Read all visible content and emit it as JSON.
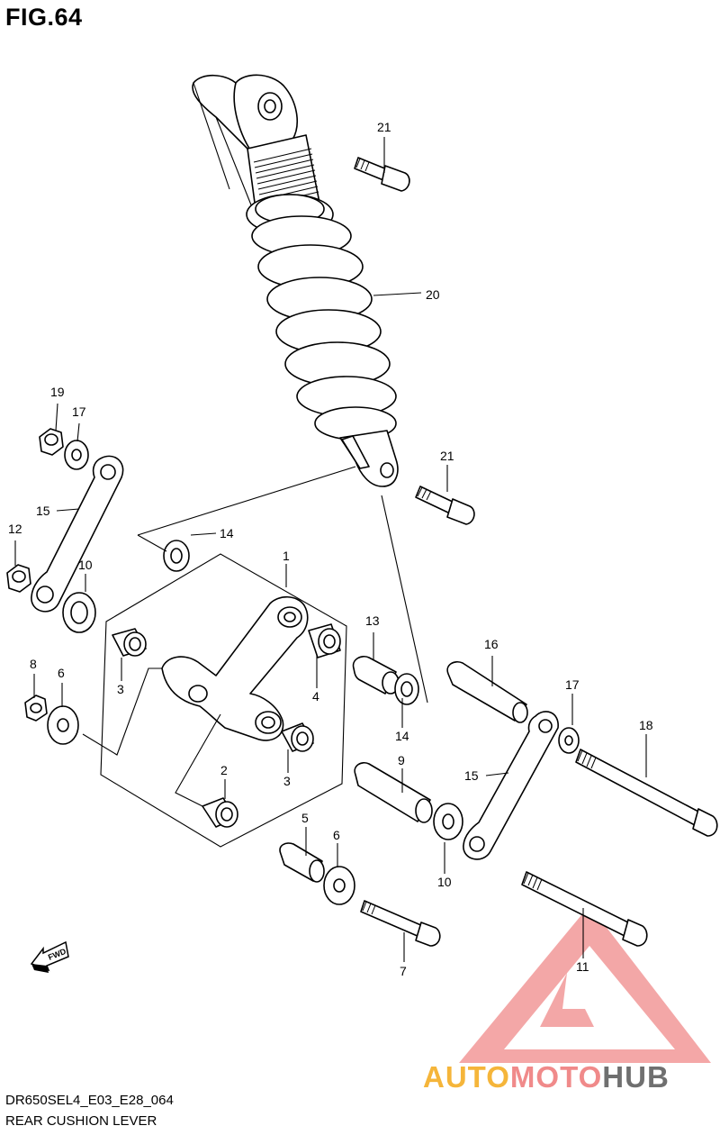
{
  "figure": {
    "title": "FIG.64",
    "code": "DR650SEL4_E03_E28_064",
    "name": "REAR CUSHION LEVER",
    "fwd_label": "FWD"
  },
  "callouts": [
    {
      "id": "c21a",
      "text": "21"
    },
    {
      "id": "c20",
      "text": "20"
    },
    {
      "id": "c19",
      "text": "19"
    },
    {
      "id": "c17a",
      "text": "17"
    },
    {
      "id": "c15a",
      "text": "15"
    },
    {
      "id": "c12",
      "text": "12"
    },
    {
      "id": "c10a",
      "text": "10"
    },
    {
      "id": "c14a",
      "text": "14"
    },
    {
      "id": "c1",
      "text": "1"
    },
    {
      "id": "c21b",
      "text": "21"
    },
    {
      "id": "c13",
      "text": "13"
    },
    {
      "id": "c16",
      "text": "16"
    },
    {
      "id": "c8",
      "text": "8"
    },
    {
      "id": "c6a",
      "text": "6"
    },
    {
      "id": "c3a",
      "text": "3"
    },
    {
      "id": "c4",
      "text": "4"
    },
    {
      "id": "c14b",
      "text": "14"
    },
    {
      "id": "c17b",
      "text": "17"
    },
    {
      "id": "c18",
      "text": "18"
    },
    {
      "id": "c2",
      "text": "2"
    },
    {
      "id": "c3b",
      "text": "3"
    },
    {
      "id": "c9",
      "text": "9"
    },
    {
      "id": "c15b",
      "text": "15"
    },
    {
      "id": "c5",
      "text": "5"
    },
    {
      "id": "c6b",
      "text": "6"
    },
    {
      "id": "c10b",
      "text": "10"
    },
    {
      "id": "c7",
      "text": "7"
    },
    {
      "id": "c11",
      "text": "11"
    }
  ],
  "watermark": {
    "part1": "AUTO",
    "part2": "MOTO",
    "part3": "HUB",
    "colors": {
      "auto": "#f5b53a",
      "moto": "#f08a8a",
      "hub": "#6f6f6f",
      "triangle": "#f08a8a"
    }
  }
}
